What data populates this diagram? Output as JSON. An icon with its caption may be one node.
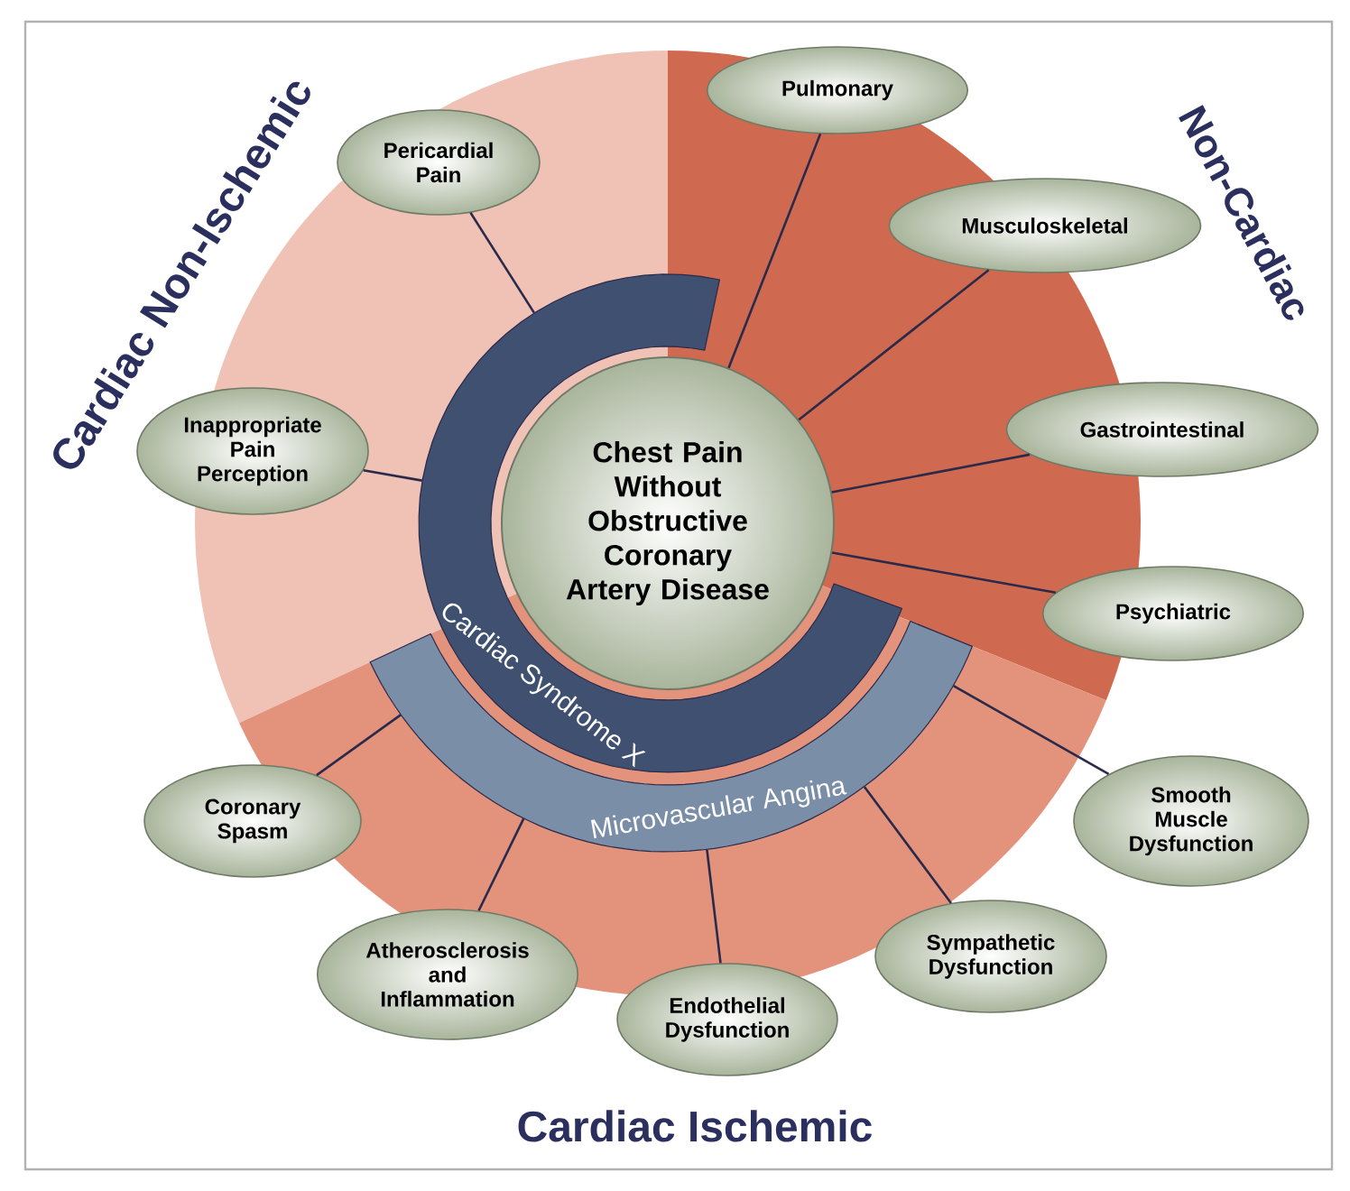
{
  "diagram": {
    "nodes": [
      {
        "text": [
          "Chest Pain Without Obstructive Coronary Artery Disease"
        ]
      },
      {
        "text": [
          "Cardiac Syndrome X"
        ]
      },
      {
        "text": [
          "Microvascular Angina"
        ]
      },
      {
        "text": [
          "Pericardial Pain"
        ]
      },
      {
        "text": [
          "Pulmonary"
        ]
      },
      {
        "text": [
          "Musculoskeletal"
        ]
      },
      {
        "text": [
          "Inappropriate Pain Perception"
        ]
      },
      {
        "text": [
          "Gastrointestinal"
        ]
      },
      {
        "text": [
          "Psychiatric"
        ]
      },
      {
        "text": [
          "Smooth Muscle Dysfunction"
        ]
      },
      {
        "text": [
          "Coronary Spasm"
        ]
      },
      {
        "text": [
          "Sympathetic Dysfunction"
        ]
      },
      {
        "text": [
          "Atherosclerosis and Inflammation"
        ]
      },
      {
        "text": [
          "Endothelial Dysfunction"
        ]
      }
    ],
    "edges": [
      {
        "from": 3,
        "to": 1,
        "arrow": "none"
      },
      {
        "from": 4,
        "to": 0,
        "arrow": "none"
      },
      {
        "from": 5,
        "to": 0,
        "arrow": "none"
      },
      {
        "from": 6,
        "to": 1,
        "arrow": "none"
      },
      {
        "from": 7,
        "to": 0,
        "arrow": "none"
      },
      {
        "from": 8,
        "to": 0,
        "arrow": "none"
      },
      {
        "from": 9,
        "to": 2,
        "arrow": "none"
      },
      {
        "from": 10,
        "to": 2,
        "arrow": "none"
      },
      {
        "from": 11,
        "to": 2,
        "arrow": "none"
      },
      {
        "from": 12,
        "to": 2,
        "arrow": "none"
      },
      {
        "from": 13,
        "to": 2,
        "arrow": "none"
      }
    ],
    "labels": [
      "Cardiac Non-Ischemic",
      "Non-Cardiac",
      "Cardiac Ischemic"
    ]
  }
}
